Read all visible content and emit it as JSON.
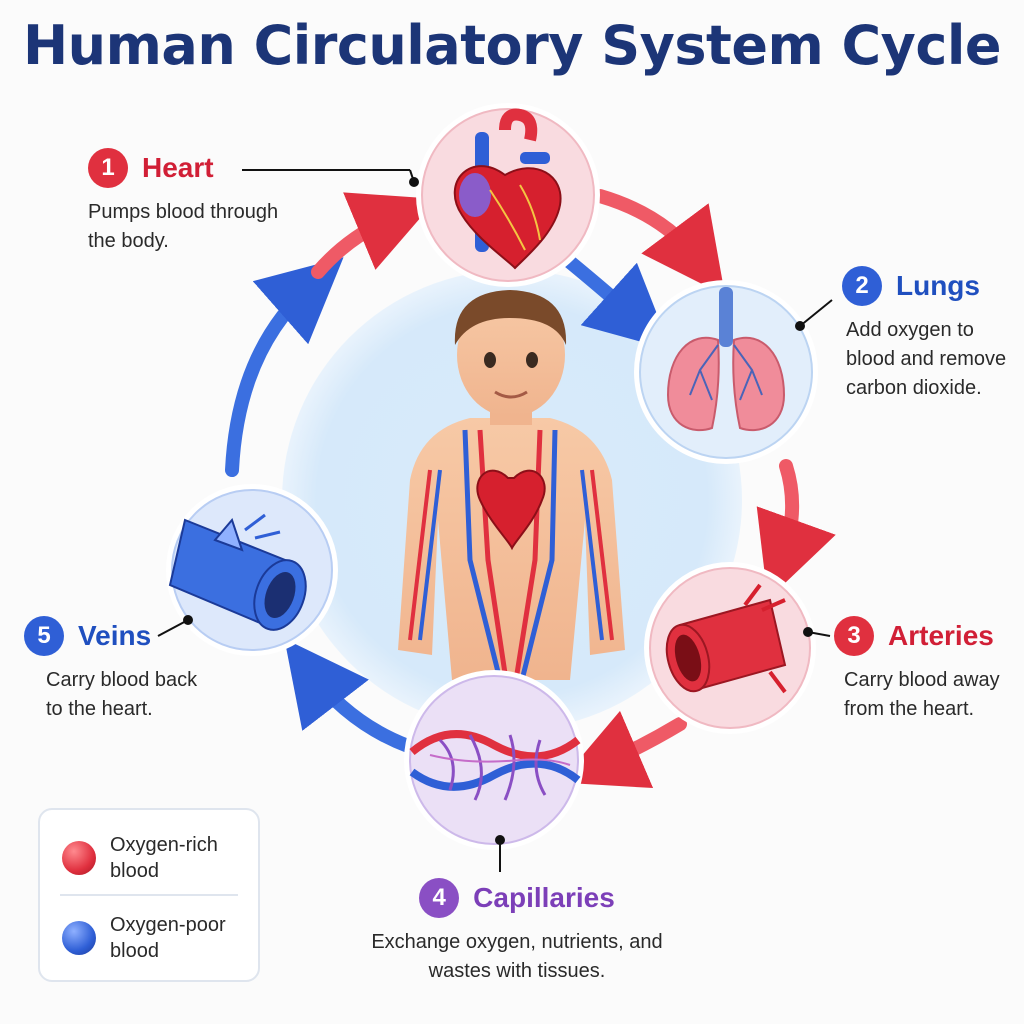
{
  "title": "Human Circulatory System Cycle",
  "colors": {
    "oxygen_rich": "#e0303f",
    "oxygen_poor": "#2f5fd6",
    "capillaries": "#8a4fc4",
    "title": "#1c3577"
  },
  "stages": [
    {
      "number": "1",
      "name": "Heart",
      "description": "Pumps blood through the body.",
      "icon": "heart-icon"
    },
    {
      "number": "2",
      "name": "Lungs",
      "description": "Add oxygen to blood and remove carbon dioxide.",
      "icon": "lungs-icon"
    },
    {
      "number": "3",
      "name": "Arteries",
      "description": "Carry blood away from the heart.",
      "icon": "artery-icon"
    },
    {
      "number": "4",
      "name": "Capillaries",
      "description": "Exchange oxygen, nutrients, and wastes with tissues.",
      "icon": "capillaries-icon"
    },
    {
      "number": "5",
      "name": "Veins",
      "description": "Carry blood back to the heart.",
      "icon": "vein-icon"
    }
  ],
  "legend": [
    {
      "label": "Oxygen-rich blood",
      "color": "#e0303f"
    },
    {
      "label": "Oxygen-poor blood",
      "color": "#2f5fd6"
    }
  ]
}
